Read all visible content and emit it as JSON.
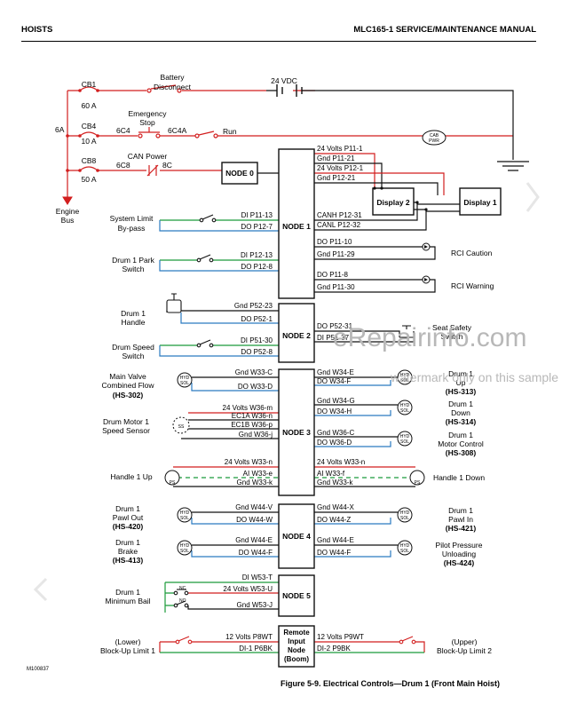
{
  "header": {
    "section": "HOISTS",
    "manual": "MLC165-1 SERVICE/MAINTENANCE MANUAL"
  },
  "power": {
    "cb1": "CB1",
    "cb1_rating": "60 A",
    "cb4": "CB4",
    "cb4_rating": "10 A",
    "cb8": "CB8",
    "cb8_rating": "50 A",
    "battery_disconnect": [
      "Battery",
      "Disconnect"
    ],
    "emergency_stop": [
      "Emergency",
      "Stop"
    ],
    "can_power": "CAN Power",
    "run": "Run",
    "supply": "24 VDC",
    "main_fuse": "6A",
    "engine_bus": [
      "Engine",
      "Bus"
    ],
    "wire_6c4": "6C4",
    "wire_6c4a": "6C4A",
    "wire_6c8": "6C8",
    "wire_8c": "8C"
  },
  "nodes": {
    "node0": "NODE 0",
    "node1": "NODE 1",
    "node2": "NODE 2",
    "node3": "NODE 3",
    "node4": "NODE 4",
    "node5": "NODE 5",
    "remote": [
      "Remote",
      "Input",
      "Node",
      "(Boom)"
    ]
  },
  "node1_right": {
    "p11_1": "24 Volts P11-1",
    "p11_21": "Gnd P11-21",
    "p12_1": "24 Volts P12-1",
    "p12_21": "Gnd P12-21",
    "canh": "CANH P12-31",
    "canl": "CANL P12-32",
    "p11_10": "DO P11-10",
    "p11_29": "Gnd P11-29",
    "p11_8": "DO P11-8",
    "p11_30": "Gnd P11-30",
    "cab_pwr": [
      "CAB",
      "PWR"
    ],
    "display1": "Display 1",
    "display2": "Display 2",
    "rci_caution": "RCI Caution",
    "rci_warning": "RCI Warning"
  },
  "left_devices": {
    "system_limit": [
      "System Limit",
      "By-pass"
    ],
    "drum1_park": [
      "Drum 1 Park",
      "Switch"
    ],
    "drum1_handle": [
      "Drum 1",
      "Handle"
    ],
    "drum_speed": [
      "Drum Speed",
      "Switch"
    ],
    "main_valve": [
      "Main Valve",
      "Combined Flow"
    ],
    "main_valve_hs": "(HS-302)",
    "drum_motor_sensor": [
      "Drum Motor 1",
      "Speed Sensor"
    ],
    "handle1_up": "Handle 1 Up",
    "pawl_out": [
      "Drum 1",
      "Pawl Out"
    ],
    "pawl_out_hs": "(HS-420)",
    "brake": [
      "Drum 1",
      "Brake"
    ],
    "brake_hs": "(HS-413)",
    "min_bail": [
      "Drum 1",
      "Minimum Bail"
    ],
    "block_up_lower": [
      "(Lower)",
      "Block-Up Limit 1"
    ]
  },
  "left_signals": {
    "p11_13": "DI P11-13",
    "p12_7": "DO P12-7",
    "p12_13": "DI P12-13",
    "p12_8": "DO P12-8",
    "p52_23": "Gnd P52-23",
    "p52_1": "DO P52-1",
    "p51_30": "DI P51-30",
    "p52_8": "DO P52-8",
    "w33_c": "Gnd W33-C",
    "w33_d": "DO W33-D",
    "w36_m": "24 Volts W36-m",
    "w36_n": "EC1A W36-n",
    "w36_p": "EC1B W36-p",
    "w36_j": "Gnd W36-j",
    "w33_n": "24 Volts W33-n",
    "w33_e": "AI W33-e",
    "w33_k": "Gnd W33-k",
    "w44_v": "Gnd W44-V",
    "w44_w": "DO W44-W",
    "w44_e": "Gnd W44-E",
    "w44_f": "DO W44-F",
    "w53_t": "DI W53-T",
    "w53_u": "24 Volts W53-U",
    "w53_j": "Gnd W53-J",
    "p8wt": "12 Volts P8WT",
    "p6bk": "DI-1 P6BK"
  },
  "right_signals": {
    "p52_31": "DO P52-31",
    "p51_37": "DI P51-37",
    "w34_e": "Gnd W34-E",
    "w34_f": "DO W34-F",
    "w34_g": "Gnd W34-G",
    "w34_h": "DO W34-H",
    "w36_c": "Gnd W36-C",
    "w36_d": "DO W36-D",
    "w33_n2": "24 Volts W33-n",
    "w33_f": "AI W33-f",
    "w33_k2": "Gnd W33-k",
    "w44_x": "Gnd W44-X",
    "w44_z": "DO W44-Z",
    "w44_e2": "Gnd W44-E",
    "w44_f2": "DO W44-F",
    "p9wt": "12 Volts P9WT",
    "p9bk": "DI-2 P9BK"
  },
  "right_devices": {
    "seat_safety": [
      "Seat Safety",
      "Switch"
    ],
    "drum1_up": [
      "Drum 1",
      "Up"
    ],
    "drum1_up_hs": "(HS-313)",
    "drum1_down": [
      "Drum 1",
      "Down"
    ],
    "drum1_down_hs": "(HS-314)",
    "motor_control": [
      "Drum 1",
      "Motor Control"
    ],
    "motor_control_hs": "(HS-308)",
    "handle1_down": "Handle 1 Down",
    "pawl_in": [
      "Drum 1",
      "Pawl In"
    ],
    "pawl_in_hs": "(HS-421)",
    "pilot_pressure": [
      "Pilot Pressure",
      "Unloading"
    ],
    "pilot_pressure_hs": "(HS-424)",
    "block_up_upper": [
      "(Upper)",
      "Block-Up Limit 2"
    ]
  },
  "symbols": {
    "hyd": "HYD",
    "sol": "SOL",
    "ss": "SS",
    "nc": "NC",
    "no": "NO",
    "ps": "PS"
  },
  "watermark": {
    "site": "eRepairinfo.com",
    "notice": "watermark only on this sample"
  },
  "footer": {
    "code": "M100837",
    "caption": "Figure 5-9. Electrical Controls—Drum 1 (Front Main Hoist)"
  },
  "colors": {
    "red": "#d21e1e",
    "blue": "#2a7ac0",
    "green": "#1b9b3a",
    "black": "#111111"
  }
}
